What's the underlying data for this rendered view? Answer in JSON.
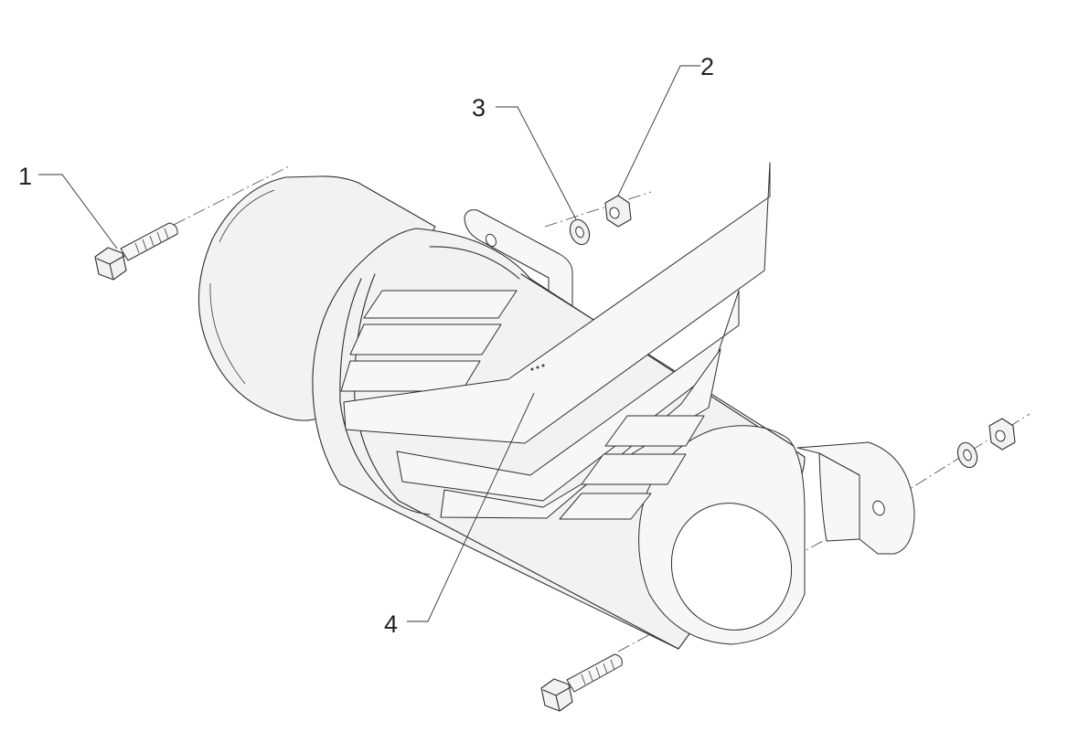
{
  "callouts": [
    {
      "id": "1",
      "label": "1",
      "part": "bolt"
    },
    {
      "id": "2",
      "label": "2",
      "part": "nut"
    },
    {
      "id": "3",
      "label": "3",
      "part": "washer"
    },
    {
      "id": "4",
      "label": "4",
      "part": "cylinder-housing"
    }
  ],
  "colors": {
    "line": "#2f2f2f",
    "fill": "#f2f2f2",
    "background": "#ffffff"
  }
}
